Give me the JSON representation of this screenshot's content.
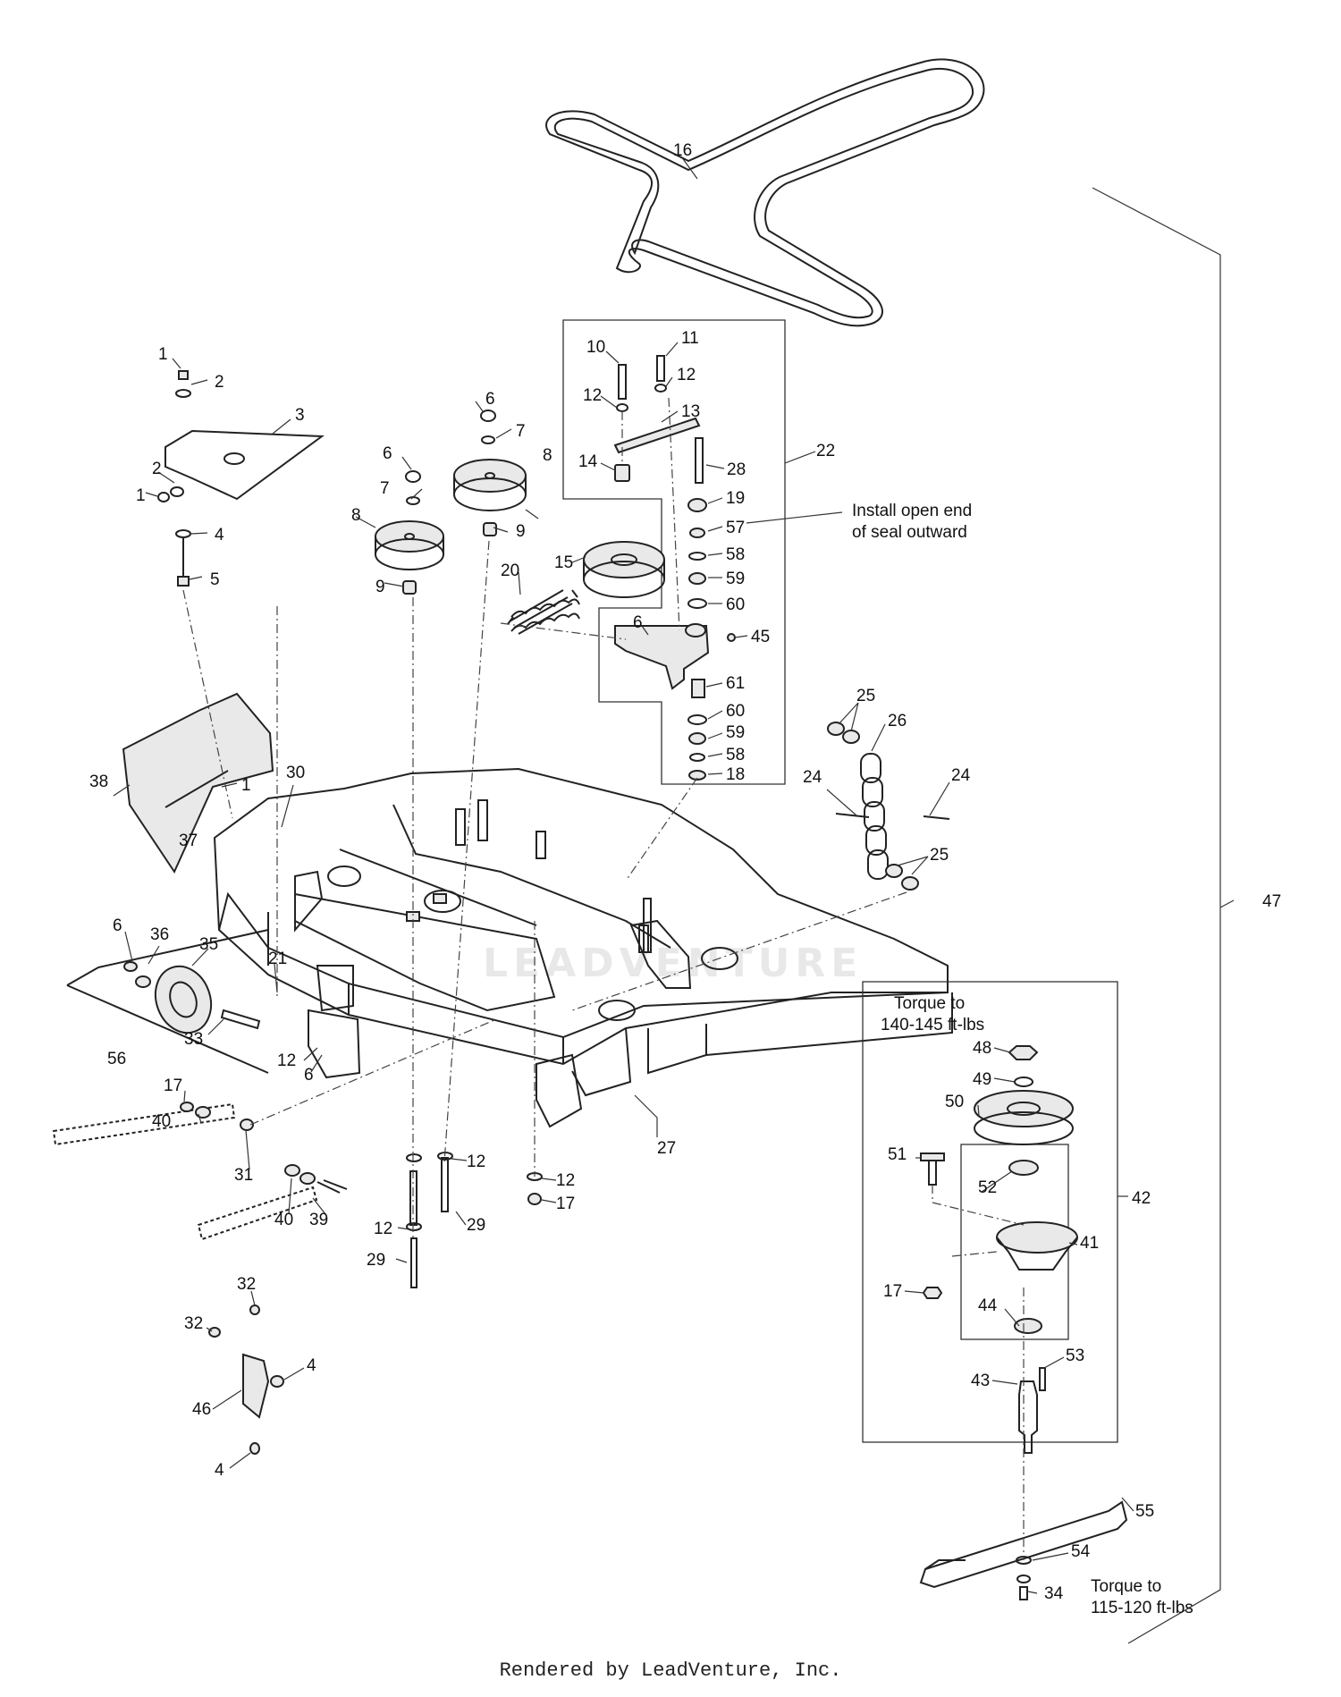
{
  "diagram": {
    "watermark_text": "LEADVENTURE",
    "notes": {
      "seal": [
        "Install open end",
        "of seal outward"
      ],
      "torque_top": [
        "Torque to",
        "140-145 ft-lbs"
      ],
      "torque_bottom": [
        "Torque to",
        "115-120 ft-lbs"
      ]
    },
    "callouts": [
      {
        "id": "c1",
        "text": "16"
      },
      {
        "id": "c2",
        "text": "1"
      },
      {
        "id": "c3",
        "text": "2"
      },
      {
        "id": "c4",
        "text": "3"
      },
      {
        "id": "c5",
        "text": "2"
      },
      {
        "id": "c6",
        "text": "1"
      },
      {
        "id": "c7",
        "text": "4"
      },
      {
        "id": "c8",
        "text": "5"
      },
      {
        "id": "c9",
        "text": "6"
      },
      {
        "id": "c10",
        "text": "7"
      },
      {
        "id": "c11",
        "text": "8"
      },
      {
        "id": "c12",
        "text": "9"
      },
      {
        "id": "c13",
        "text": "6"
      },
      {
        "id": "c14",
        "text": "7"
      },
      {
        "id": "c15",
        "text": "8"
      },
      {
        "id": "c16",
        "text": "9"
      },
      {
        "id": "c17",
        "text": "10"
      },
      {
        "id": "c18",
        "text": "11"
      },
      {
        "id": "c19",
        "text": "12"
      },
      {
        "id": "c20",
        "text": "12"
      },
      {
        "id": "c21",
        "text": "13"
      },
      {
        "id": "c22",
        "text": "14"
      },
      {
        "id": "c23",
        "text": "28"
      },
      {
        "id": "c24",
        "text": "22"
      },
      {
        "id": "c25",
        "text": "19"
      },
      {
        "id": "c26",
        "text": "57"
      },
      {
        "id": "c27",
        "text": "58"
      },
      {
        "id": "c28",
        "text": "59"
      },
      {
        "id": "c29",
        "text": "60"
      },
      {
        "id": "c30",
        "text": "15"
      },
      {
        "id": "c31",
        "text": "20"
      },
      {
        "id": "c32",
        "text": "6"
      },
      {
        "id": "c33",
        "text": "45"
      },
      {
        "id": "c34",
        "text": "61"
      },
      {
        "id": "c35",
        "text": "60"
      },
      {
        "id": "c36",
        "text": "59"
      },
      {
        "id": "c37",
        "text": "58"
      },
      {
        "id": "c38",
        "text": "18"
      },
      {
        "id": "c39",
        "text": "25"
      },
      {
        "id": "c40",
        "text": "26"
      },
      {
        "id": "c41",
        "text": "24"
      },
      {
        "id": "c42",
        "text": "24"
      },
      {
        "id": "c43",
        "text": "25"
      },
      {
        "id": "c44",
        "text": "38"
      },
      {
        "id": "c45",
        "text": "30"
      },
      {
        "id": "c46",
        "text": "1"
      },
      {
        "id": "c47",
        "text": "37"
      },
      {
        "id": "c48",
        "text": "6"
      },
      {
        "id": "c49",
        "text": "36"
      },
      {
        "id": "c50",
        "text": "35"
      },
      {
        "id": "c51",
        "text": "21"
      },
      {
        "id": "c52",
        "text": "33"
      },
      {
        "id": "c53",
        "text": "56"
      },
      {
        "id": "c54",
        "text": "12"
      },
      {
        "id": "c55",
        "text": "6"
      },
      {
        "id": "c56",
        "text": "17"
      },
      {
        "id": "c57",
        "text": "40"
      },
      {
        "id": "c58",
        "text": "31"
      },
      {
        "id": "c59",
        "text": "40"
      },
      {
        "id": "c60",
        "text": "39"
      },
      {
        "id": "c61",
        "text": "12"
      },
      {
        "id": "c62",
        "text": "29"
      },
      {
        "id": "c63",
        "text": "12"
      },
      {
        "id": "c64",
        "text": "29"
      },
      {
        "id": "c65",
        "text": "12"
      },
      {
        "id": "c66",
        "text": "17"
      },
      {
        "id": "c67",
        "text": "27"
      },
      {
        "id": "c68",
        "text": "47"
      },
      {
        "id": "c69",
        "text": "48"
      },
      {
        "id": "c70",
        "text": "49"
      },
      {
        "id": "c71",
        "text": "50"
      },
      {
        "id": "c72",
        "text": "51"
      },
      {
        "id": "c73",
        "text": "52"
      },
      {
        "id": "c74",
        "text": "42"
      },
      {
        "id": "c75",
        "text": "41"
      },
      {
        "id": "c76",
        "text": "17"
      },
      {
        "id": "c77",
        "text": "44"
      },
      {
        "id": "c78",
        "text": "53"
      },
      {
        "id": "c79",
        "text": "43"
      },
      {
        "id": "c80",
        "text": "55"
      },
      {
        "id": "c81",
        "text": "54"
      },
      {
        "id": "c82",
        "text": "34"
      },
      {
        "id": "c83",
        "text": "32"
      },
      {
        "id": "c84",
        "text": "32"
      },
      {
        "id": "c85",
        "text": "4"
      },
      {
        "id": "c86",
        "text": "46"
      },
      {
        "id": "c87",
        "text": "4"
      }
    ]
  },
  "footer": {
    "text": "Rendered by LeadVenture, Inc."
  }
}
